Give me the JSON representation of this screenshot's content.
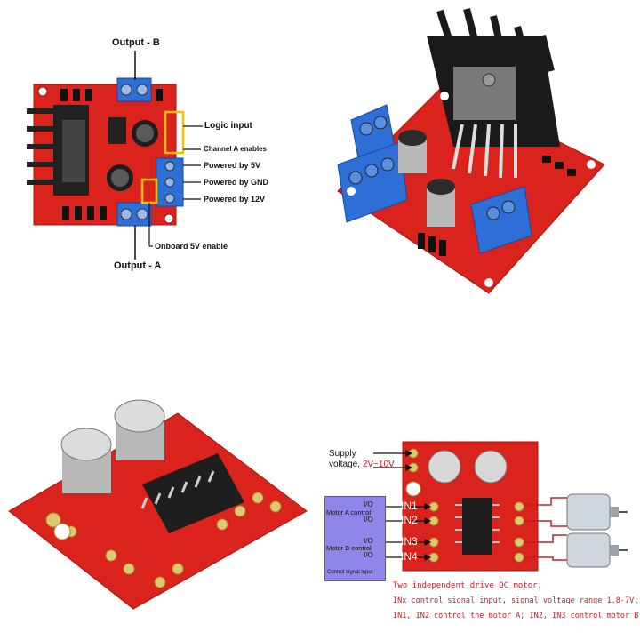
{
  "quad1": {
    "labels": {
      "output_b": "Output - B",
      "logic_input": "Logic input",
      "channel_a_enables": "Channel A enables",
      "powered_5v": "Powered by 5V",
      "powered_gnd": "Powered by GND",
      "powered_12v": "Powered by 12V",
      "onboard_5v": "Onboard 5V enable",
      "output_a": "Output - A"
    }
  },
  "quad4": {
    "supply_label": "Supply",
    "supply_label2": "voltage,",
    "supply_range": "2V~10V",
    "pins": [
      "IN1",
      "IN2",
      "IN3",
      "IN4"
    ],
    "motor_a_control": "Motor A control",
    "motor_b_control": "Motor B control",
    "io": "I/O",
    "control_signal_input": "Control signal input",
    "notes": [
      "Two independent drive DC motor;",
      "INx control signal input, signal voltage range 1.8-7V;",
      "IN1, IN2 control the motor A; IN2, IN3 control motor B;"
    ]
  },
  "colors": {
    "pcb_red": "#d9231c",
    "terminal_blue": "#2d6fd6",
    "annotation_red": "#c0202a"
  }
}
